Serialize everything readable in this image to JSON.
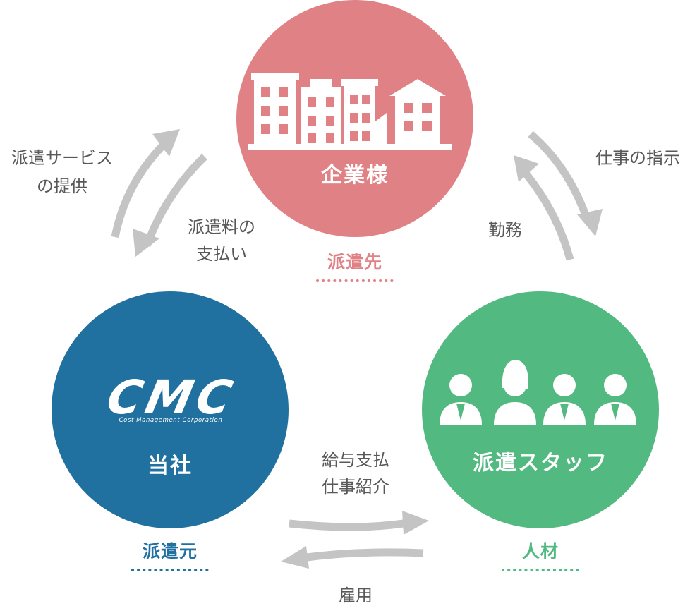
{
  "colors": {
    "client": "#e08186",
    "company": "#2070a0",
    "staff": "#52b980",
    "arrow": "#c4c4c4",
    "flow_text": "#595959"
  },
  "client": {
    "title": "企業様",
    "role": "派遣先",
    "icon": "buildings-icon"
  },
  "company": {
    "logo": "CMC",
    "logo_subtitle": "Cost Management Corporation",
    "title": "当社",
    "role": "派遣元"
  },
  "staff": {
    "title": "派遣スタッフ",
    "role": "人材",
    "icon": "staff-people-icon"
  },
  "flows": {
    "service_line1": "派遣サービス",
    "service_line2": "の提供",
    "fee_line1": "派遣料の",
    "fee_line2": "支払い",
    "instruction": "仕事の指示",
    "work": "勤務",
    "pay_line1": "給与支払",
    "pay_line2": "仕事紹介",
    "employment": "雇用"
  }
}
